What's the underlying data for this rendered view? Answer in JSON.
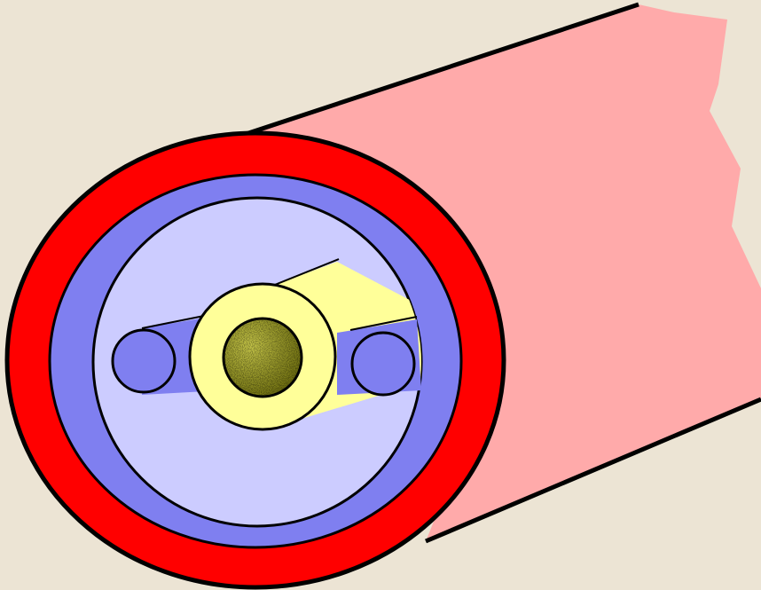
{
  "colors": {
    "background": "#ece4d4",
    "outer_jacket": "#ffaaaa",
    "red_sheath": "#ff0000",
    "blue_ring": "#7f7ff0",
    "cladding_fill": "#ccccff",
    "yellow_tube": "#ffff99",
    "core": "#a0a020",
    "outline": "#000000"
  },
  "parts": {
    "jacket": {
      "icon": "cable-jacket-shape"
    },
    "outer_sheath": {
      "icon": "red-ring-shape"
    },
    "inner_ring": {
      "icon": "blue-ring-shape"
    },
    "cladding": {
      "icon": "light-blue-disc-shape"
    },
    "strength_members": {
      "icon": "blue-rod-shape",
      "count": 2
    },
    "buffer_tube": {
      "icon": "yellow-tube-shape"
    },
    "fiber_core": {
      "icon": "olive-core-shape"
    }
  }
}
